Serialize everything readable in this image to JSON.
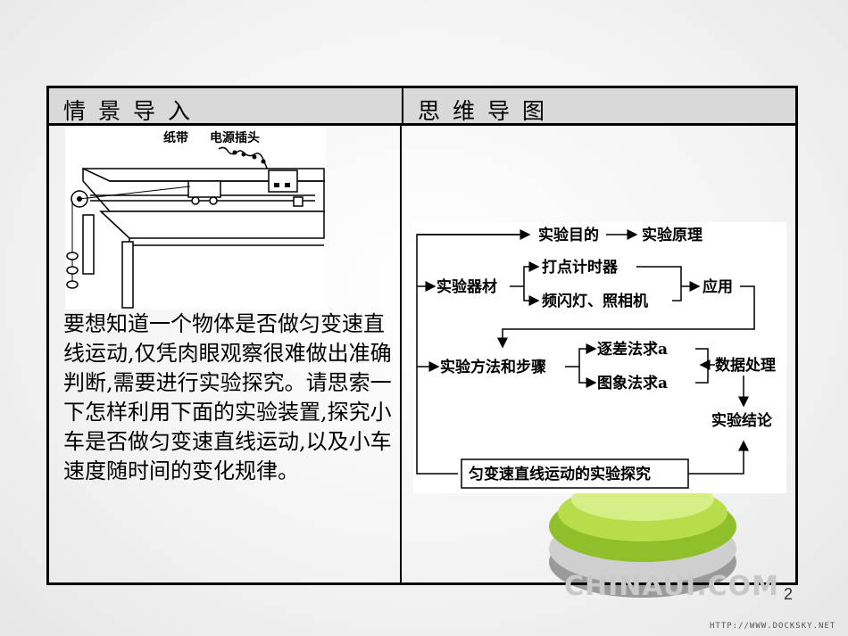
{
  "header": {
    "left_title": "情景导入",
    "right_title": "思维导图"
  },
  "apparatus": {
    "label_tape": "纸带",
    "label_plug": "电源插头"
  },
  "scenario_text": "要想知道一个物体是否做匀变速直线运动,仅凭肉眼观察很难做出准确判断,需要进行实验探究。请思索一下怎样利用下面的实验装置,探究小车是否做匀变速直线运动,以及小车速度随时间的变化规律。",
  "mindmap": {
    "purpose": "实验目的",
    "principle": "实验原理",
    "equipment": "实验器材",
    "timer": "打点计时器",
    "strobe": "频闪灯、照相机",
    "application": "应用",
    "method": "实验方法和步骤",
    "successive_diff": "逐差法求a",
    "graph_method": "图象法求a",
    "data_processing": "数据处理",
    "conclusion": "实验结论",
    "root": "匀变速直线运动的实验探究"
  },
  "footer": {
    "page_number": "2",
    "watermark": "CHINAUI.COM",
    "url": "HTTP://WWW.DOCKSKY.NET"
  }
}
